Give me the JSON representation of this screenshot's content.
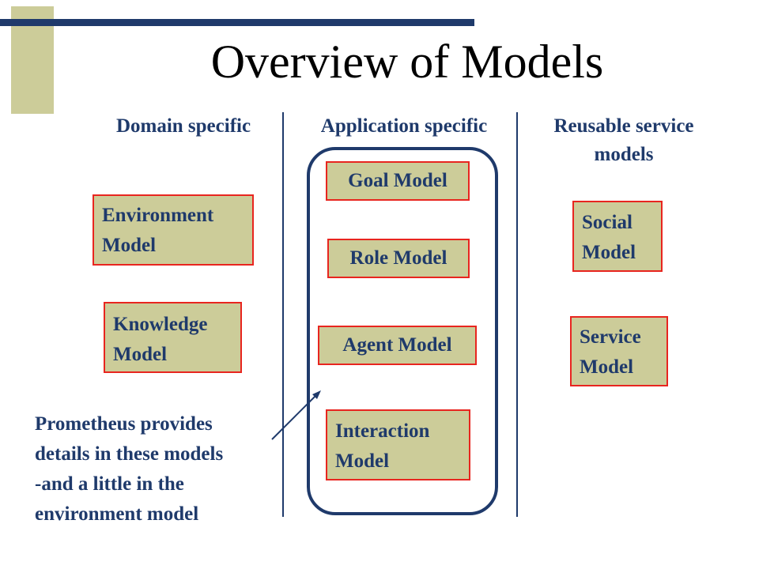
{
  "title": "Overview of Models",
  "columns": {
    "domain": "Domain specific",
    "application": "Application specific",
    "reusable": "Reusable service\nmodels"
  },
  "boxes": {
    "environment": "Environment\nModel",
    "knowledge": "Knowledge\nModel",
    "goal": "Goal Model",
    "role": "Role Model",
    "agent": "Agent Model",
    "interaction": "Interaction\nModel",
    "social": "Social\nModel",
    "service": "Service\nModel"
  },
  "note": "Prometheus provides\ndetails in these models\n-and a little in the\nenvironment model",
  "colors": {
    "navy": "#1f3a6b",
    "box_fill": "#cccc99",
    "box_border": "#e8251f"
  }
}
